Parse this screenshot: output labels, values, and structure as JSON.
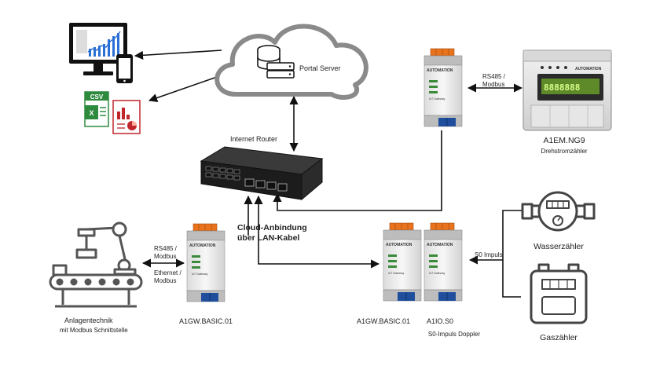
{
  "cloud": {
    "label": "Portal Server"
  },
  "router": {
    "label": "Internet Router"
  },
  "cloud_link": {
    "line1": "Cloud-Anbindung",
    "line2": "über LAN-Kabel"
  },
  "meter_link": {
    "line1": "RS485 /",
    "line2": "Modbus"
  },
  "left_link": {
    "rs485_line1": "RS485 /",
    "rs485_line2": "Modbus",
    "eth_line1": "Ethernet /",
    "eth_line2": "Modbus"
  },
  "impulse_link": {
    "label": "S0 Impuls"
  },
  "devices": {
    "gateway_top": {
      "brand": "AUTOMATION",
      "sub": "IoT Gateway"
    },
    "gateway_left": {
      "brand": "AUTOMATION",
      "sub": "IoT Gateway",
      "name": "A1GW.BASIC.01"
    },
    "gateway_mid": {
      "brand": "AUTOMATION",
      "sub": "IoT Gateway",
      "name": "A1GW.BASIC.01"
    },
    "io_module": {
      "brand": "AUTOMATION",
      "sub": "IoT Gateway",
      "name": "A1IO.S0",
      "desc": "S0-Impuls Doppler"
    }
  },
  "energy_meter": {
    "brand": "AUTOMATION",
    "name": "A1EM.NG9",
    "desc": "Drehstromzähler",
    "display": "8888888"
  },
  "water_meter": {
    "label": "Wasserzähler"
  },
  "gas_meter": {
    "label": "Gaszähler"
  },
  "machine": {
    "line1": "Anlagentechnik",
    "line2": "mit Modbus Schnittstelle"
  },
  "exports": {
    "csv": "CSV",
    "xls": "X"
  },
  "icons": [
    "monitor-icon",
    "phone-icon",
    "database-icon",
    "csv-file-icon",
    "pdf-report-icon",
    "robot-arm-icon",
    "conveyor-icon",
    "water-meter-icon",
    "gas-meter-icon"
  ],
  "colors": {
    "line": "#111111",
    "module_green": "#3a8a3a",
    "terminal_orange": "#e8731c",
    "terminal_blue": "#1e4e9c",
    "cloud_gray": "#8a8a8a",
    "excel_green": "#2e8b3e",
    "pdf_red": "#c0262c"
  }
}
